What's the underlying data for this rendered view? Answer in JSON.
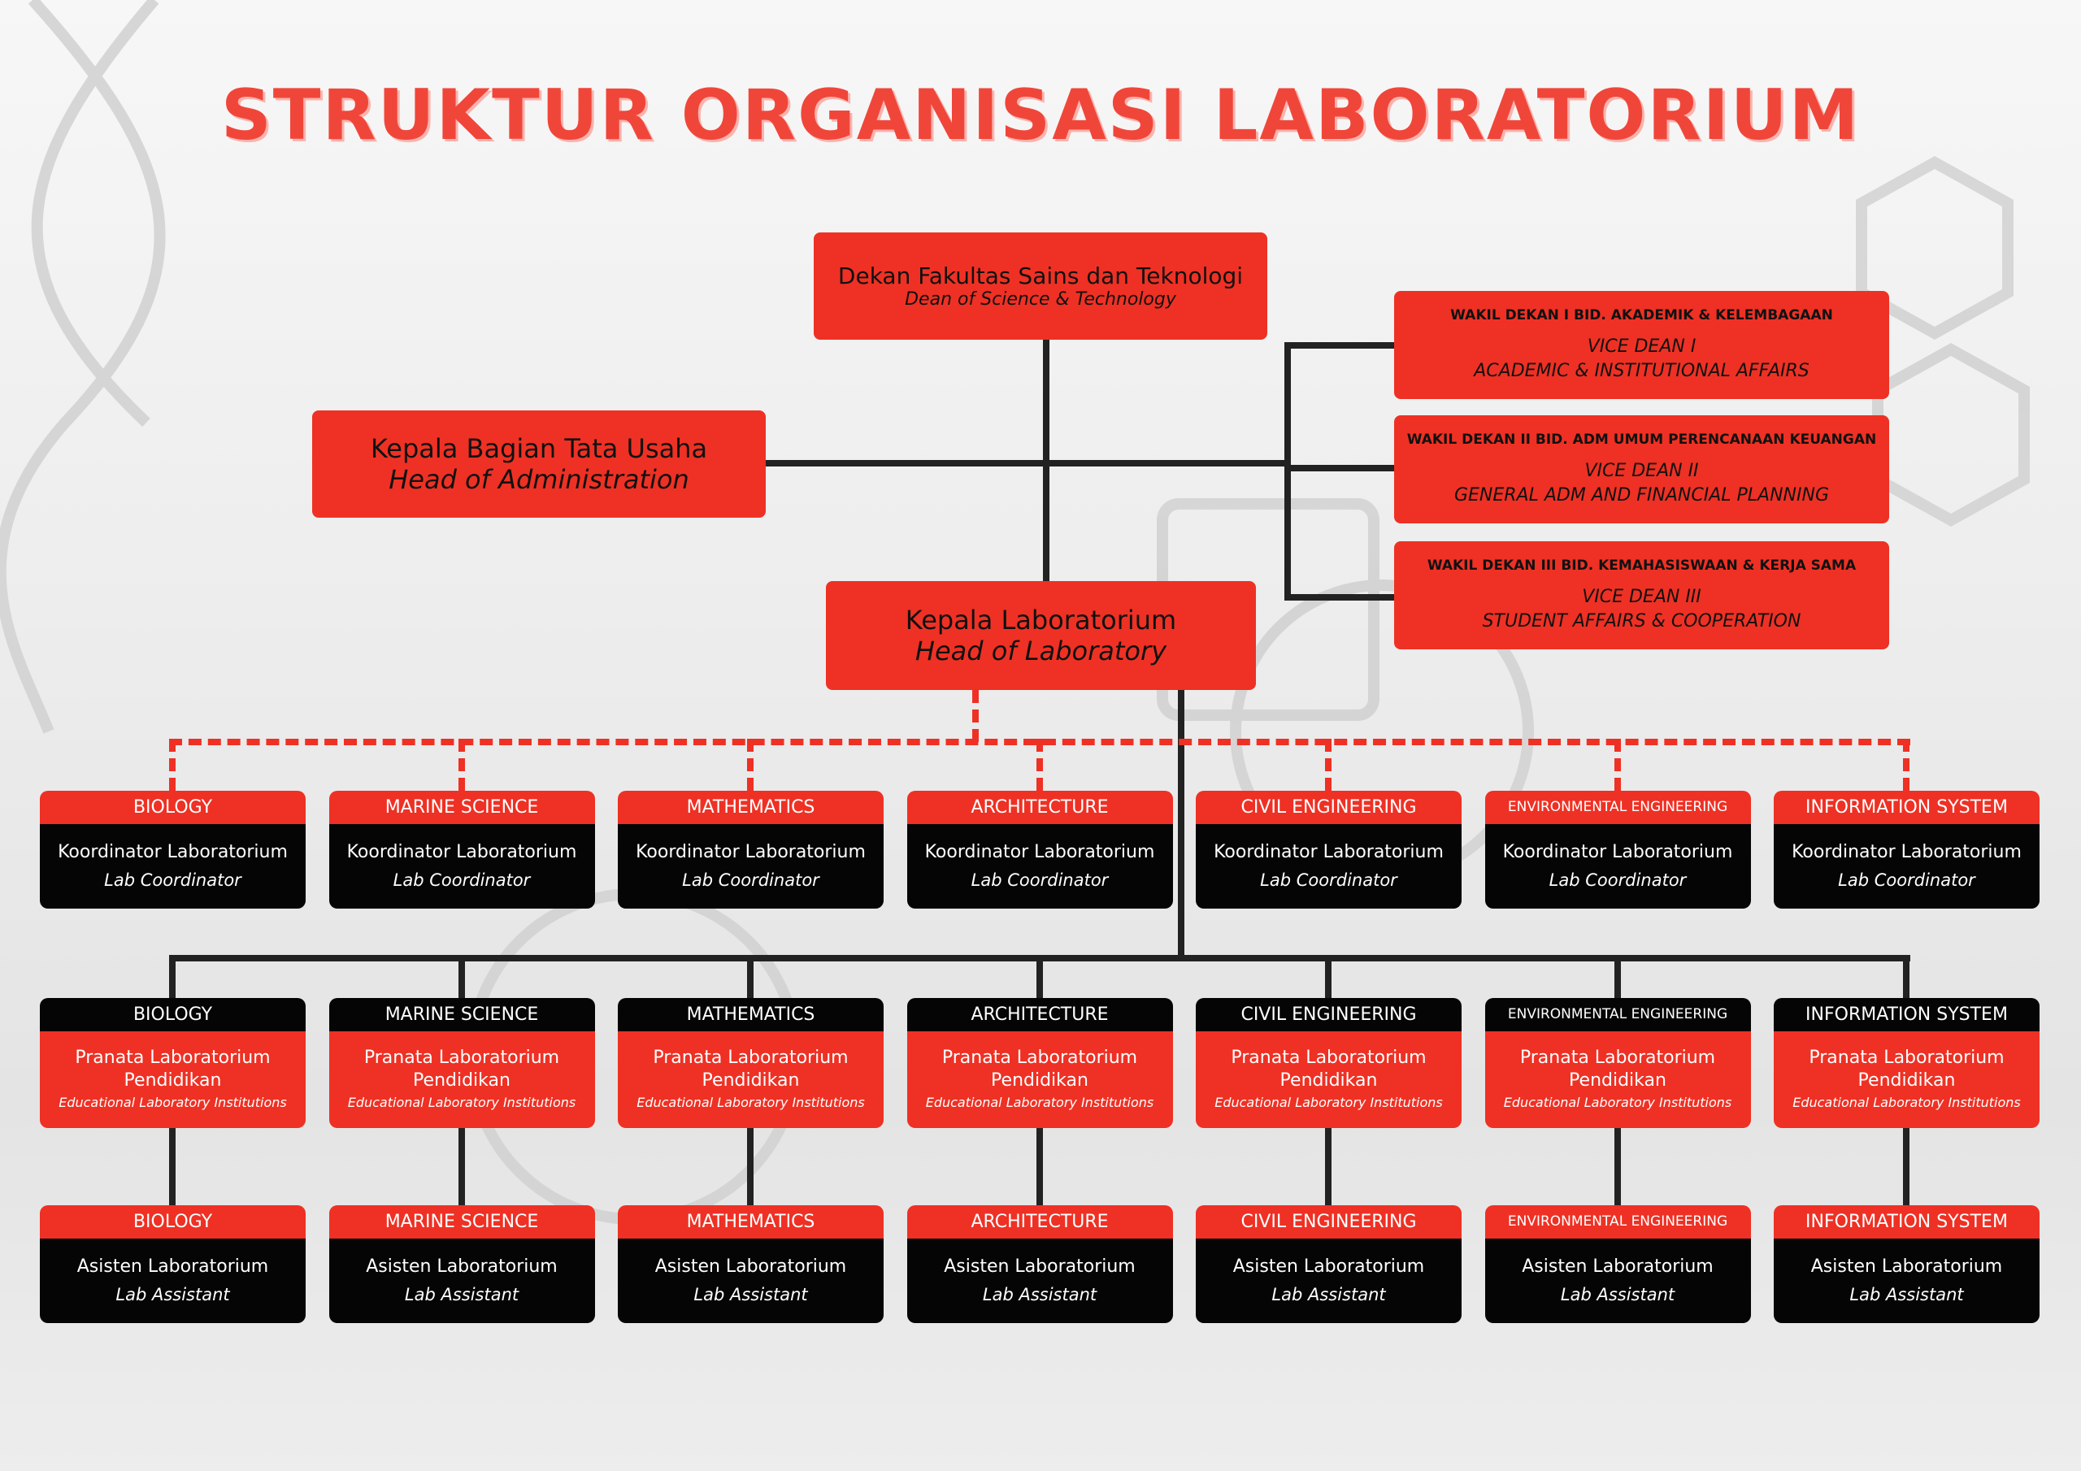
{
  "title": "STRUKTUR ORGANISASI LABORATORIUM",
  "dean": {
    "id": "Dekan Fakultas Sains dan Teknologi",
    "en": "Dean of Science & Technology"
  },
  "admin": {
    "id": "Kepala Bagian Tata Usaha",
    "en": "Head of Administration"
  },
  "vice_deans": [
    {
      "id": "WAKIL DEKAN I BID. AKADEMIK & KELEMBAGAAN",
      "en1": "VICE DEAN I",
      "en2": "ACADEMIC & INSTITUTIONAL AFFAIRS"
    },
    {
      "id": "WAKIL DEKAN II BID. ADM UMUM PERENCANAAN KEUANGAN",
      "en1": "VICE DEAN II",
      "en2": "GENERAL ADM AND FINANCIAL PLANNING"
    },
    {
      "id": "WAKIL DEKAN III BID. KEMAHASISWAAN & KERJA SAMA",
      "en1": "VICE DEAN III",
      "en2": "STUDENT AFFAIRS & COOPERATION"
    }
  ],
  "head_lab": {
    "id": "Kepala Laboratorium",
    "en": "Head of Laboratory"
  },
  "departments": [
    "BIOLOGY",
    "MARINE SCIENCE",
    "MATHEMATICS",
    "ARCHITECTURE",
    "CIVIL ENGINEERING",
    "ENVIRONMENTAL ENGINEERING",
    "INFORMATION SYSTEM"
  ],
  "coordinator": {
    "id": "Koordinator Laboratorium",
    "en": "Lab Coordinator"
  },
  "pranata": {
    "id": "Pranata Laboratorium Pendidikan",
    "en": "Educational Laboratory Institutions"
  },
  "assistant": {
    "id": "Asisten Laboratorium",
    "en": "Lab Assistant"
  },
  "colors": {
    "red": "#ee3124",
    "black": "#050505"
  }
}
